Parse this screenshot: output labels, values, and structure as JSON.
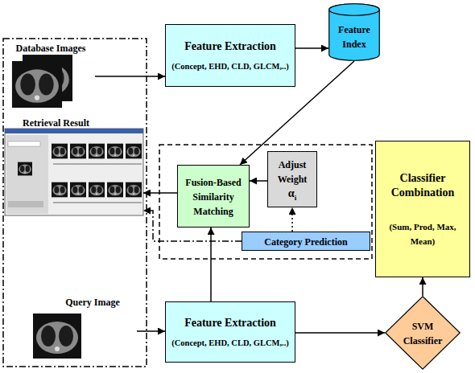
{
  "diagram": {
    "nodes": [
      {
        "text": [
          "Database Images"
        ]
      },
      {
        "text": [
          "Feature Extraction",
          "(Concept, EHD, CLD, GLCM,..)"
        ]
      },
      {
        "text": [
          "Feature Index"
        ]
      },
      {
        "text": [
          "Retrieval Result"
        ]
      },
      {
        "text": [
          "Fusion-Based Similarity Matching"
        ]
      },
      {
        "text": [
          "Adjust Weight",
          "α",
          "i"
        ]
      },
      {
        "text": [
          "Classifier Combination",
          "(Sum, Prod, Max, Mean)"
        ]
      },
      {
        "text": [
          "Category Prediction"
        ]
      },
      {
        "text": [
          "Query Image"
        ]
      },
      {
        "text": [
          "Feature Extraction",
          "(Concept, EHD, CLD, GLCM,..)"
        ]
      },
      {
        "text": [
          "SVM Classifier"
        ]
      }
    ],
    "edges": [
      {
        "from": 0,
        "to": 1,
        "arrow": "to"
      },
      {
        "from": 1,
        "to": 2,
        "arrow": "to"
      },
      {
        "from": 2,
        "to": 4,
        "arrow": "to"
      },
      {
        "from": 4,
        "to": 3,
        "arrow": "to"
      },
      {
        "from": 5,
        "to": 4,
        "arrow": "to"
      },
      {
        "from": 7,
        "to": 5,
        "arrow": "to"
      },
      {
        "from": 7,
        "to": 3,
        "arrow": "to"
      },
      {
        "from": 8,
        "to": 9,
        "arrow": "to"
      },
      {
        "from": 9,
        "to": 4,
        "arrow": "to"
      },
      {
        "from": 9,
        "to": 10,
        "arrow": "to"
      },
      {
        "from": 10,
        "to": 6,
        "arrow": "to"
      }
    ]
  }
}
